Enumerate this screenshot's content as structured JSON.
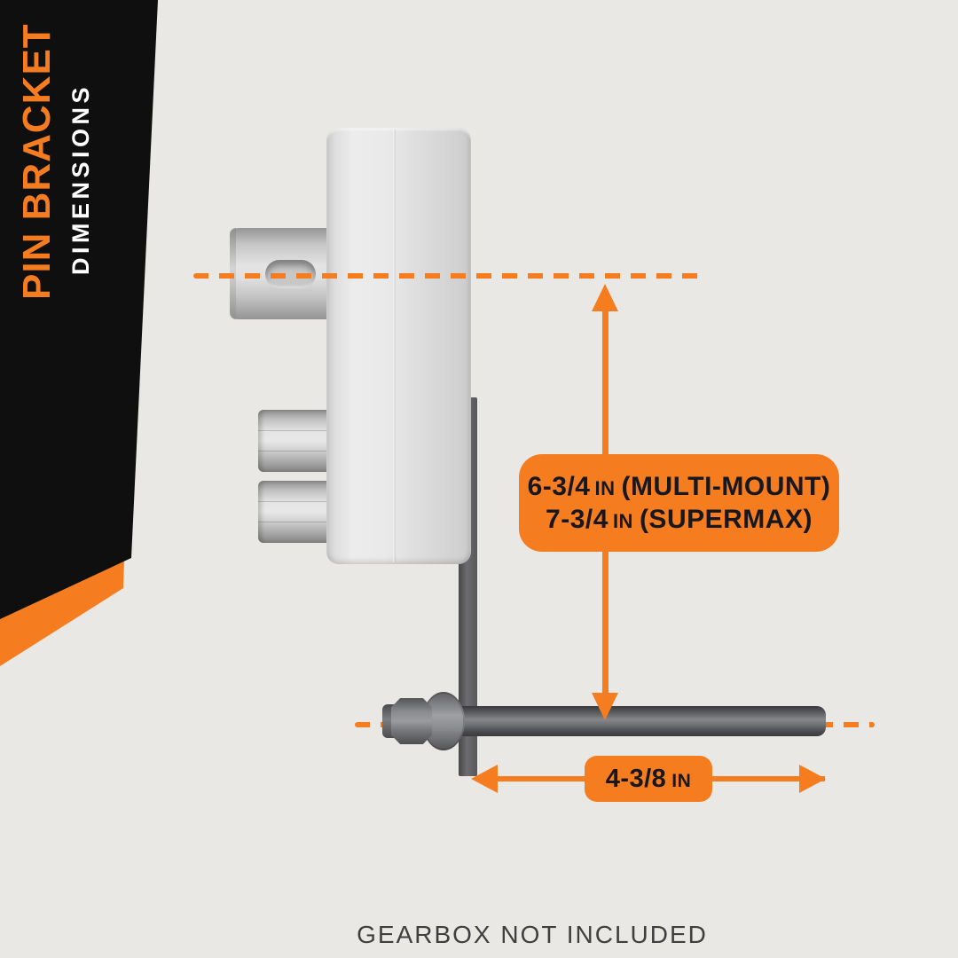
{
  "colors": {
    "accent_orange": "#F57D1F",
    "banner_black": "#0F0F0F",
    "background": "#EAE8E5",
    "label_text": "#17171F",
    "footer_text": "#3F3F3F"
  },
  "banner": {
    "title": "PIN BRACKET",
    "subtitle": "DIMENSIONS"
  },
  "height_dimension": {
    "line1": {
      "value": "6-3/4",
      "unit": "IN",
      "variant": "(MULTI-MOUNT)"
    },
    "line2": {
      "value": "7-3/4",
      "unit": "IN",
      "variant": "(SUPERMAX)"
    }
  },
  "width_dimension": {
    "value": "4-3/8",
    "unit": "IN"
  },
  "footer": {
    "note": "GEARBOX NOT INCLUDED"
  }
}
